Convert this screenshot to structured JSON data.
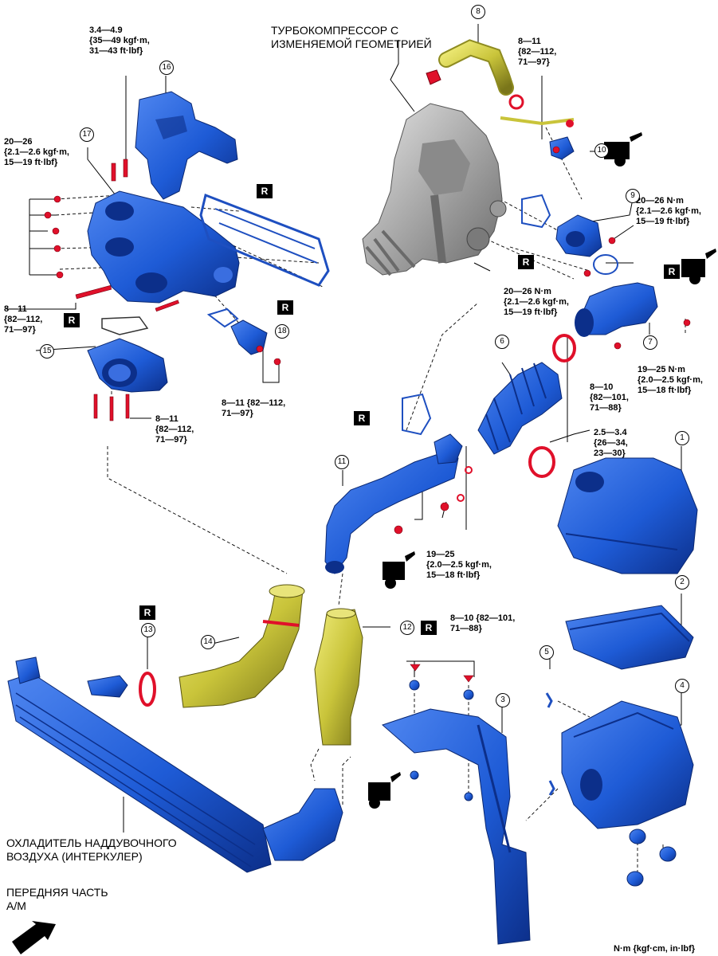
{
  "title_turbo": "ТУРБОКОМПРЕССОР С\nИЗМЕНЯЕМОЙ ГЕОМЕТРИЕЙ",
  "title_intercooler": "ОХЛАДИТЕЛЬ НАДДУВОЧНОГО\nВОЗДУХА (ИНТЕРКУЛЕР)",
  "title_front": "ПЕРЕДНЯЯ ЧАСТЬ\nА/М",
  "units_note": "N·m {kgf·cm, in·lbf}",
  "r_badge": "R",
  "oil_badge": "OIL",
  "callouts": [
    "1",
    "2",
    "3",
    "4",
    "5",
    "6",
    "7",
    "8",
    "9",
    "10",
    "11",
    "12",
    "13",
    "14",
    "15",
    "16",
    "17",
    "18"
  ],
  "torques": {
    "t16": "3.4—4.9\n{35—49 kgf·m,\n31—43 ft·lbf}",
    "t17": "20—26\n{2.1—2.6 kgf·m,\n15—19 ft·lbf}",
    "t8": "8—11\n{82—112,\n71—97}",
    "t9": "20—26 N·m\n{2.1—2.6 kgf·m,\n15—19 ft·lbf}",
    "t_turbo": "20—26 N·m\n{2.1—2.6 kgf·m,\n15—19 ft·lbf}",
    "t7": "19—25 N·m\n{2.0—2.5 kgf·m,\n15—18 ft·lbf}",
    "t7b": "8—10\n{82—101,\n71—88}",
    "t15a": "8—11\n{82—112,\n71—97}",
    "t15b": "8—11\n{82—112,\n71—97}",
    "t18": "8—11 {82—112,\n71—97}",
    "t6": "2.5—3.4\n{26—34,\n23—30}",
    "t11": "19—25\n{2.0—2.5 kgf·m,\n15—18 ft·lbf}",
    "t12": "8—10 {82—101,\n71—88}"
  },
  "colors": {
    "part_blue": "#1e5bd6",
    "part_dark": "#0c2f8a",
    "hose_yellow": "#c9c43a",
    "bolt_red": "#e0102a",
    "gray": "#9a9a9a"
  }
}
